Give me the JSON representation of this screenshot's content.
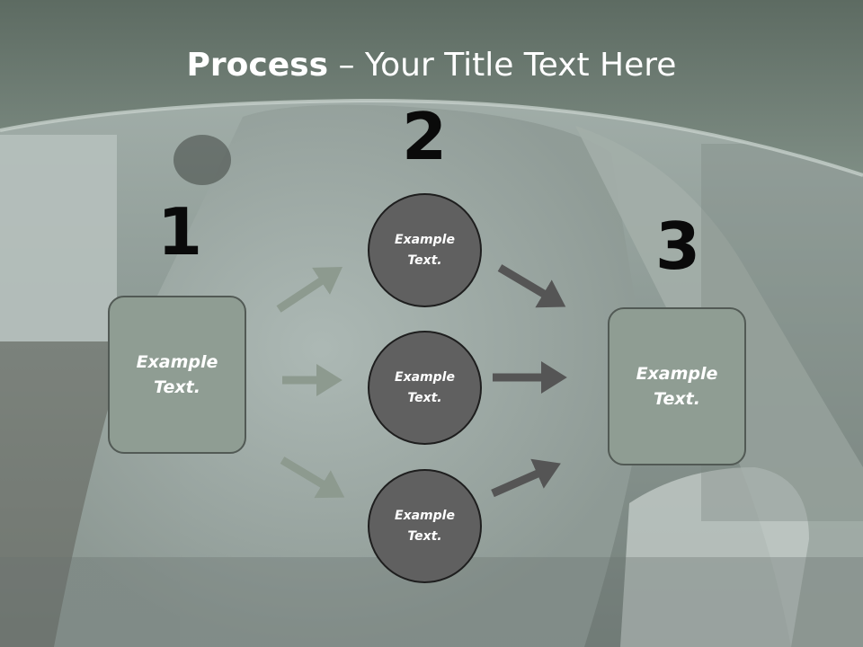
{
  "title": {
    "bold_part": "Process",
    "rest": " – Your Title Text Here"
  },
  "steps": {
    "one": "1",
    "two": "2",
    "three": "3"
  },
  "boxes": {
    "left": "Example\nText.",
    "right": "Example\nText."
  },
  "circles": {
    "top": "Example\nText.",
    "middle": "Example\nText.",
    "bottom": "Example\nText."
  },
  "colors": {
    "title_bar": "#6a7a70",
    "box_fill": "#8f9d93",
    "circle_fill": "#606060",
    "left_arrow": "#8d9a8f",
    "right_arrow": "#555555"
  }
}
